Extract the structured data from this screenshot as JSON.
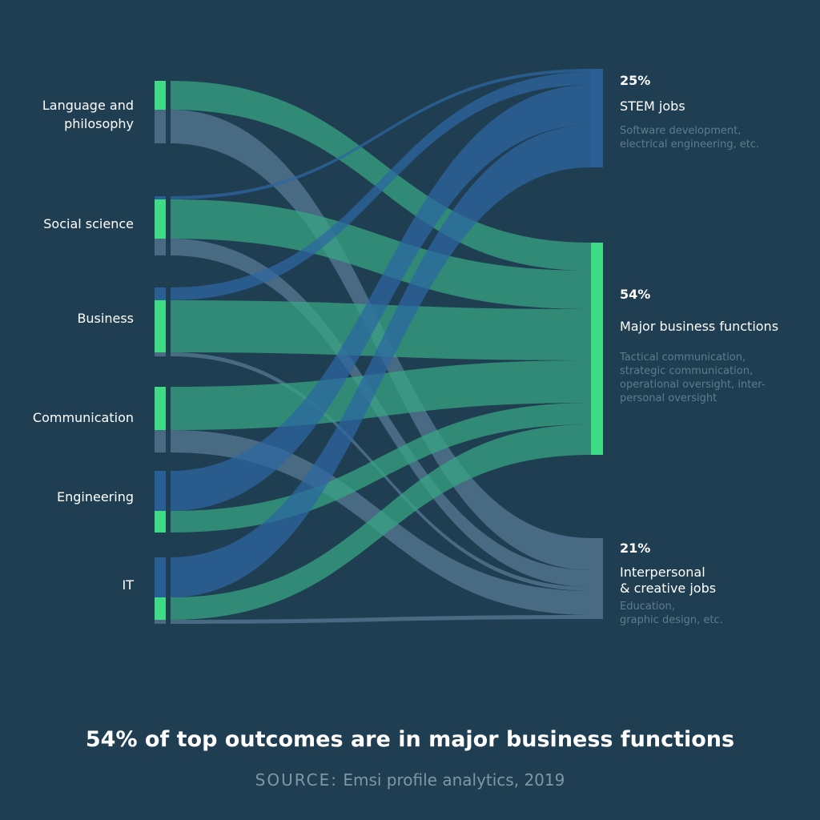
{
  "colors": {
    "background": "#203e52",
    "major_business": "#3ddc84",
    "stem": "#2a5f96",
    "interpersonal": "#496a82",
    "flow_green": "#36a883",
    "flow_blue": "#2d66a2",
    "flow_slate": "#587d95"
  },
  "sources": [
    {
      "id": "lang",
      "label_lines": [
        "Language and",
        "philosophy"
      ]
    },
    {
      "id": "soc",
      "label_lines": [
        "Social science"
      ]
    },
    {
      "id": "bus",
      "label_lines": [
        "Business"
      ]
    },
    {
      "id": "com",
      "label_lines": [
        "Communication"
      ]
    },
    {
      "id": "eng",
      "label_lines": [
        "Engineering"
      ]
    },
    {
      "id": "it",
      "label_lines": [
        "IT"
      ]
    }
  ],
  "targets": [
    {
      "id": "stem",
      "percent": "25%",
      "name_lines": [
        "STEM jobs"
      ],
      "desc_lines": [
        "Software development,",
        "electrical engineering, etc."
      ]
    },
    {
      "id": "major",
      "percent": "54%",
      "name_lines": [
        "Major business functions"
      ],
      "desc_lines": [
        "Tactical communication,",
        "strategic communication,",
        "operational oversight, inter-",
        "personal oversight"
      ]
    },
    {
      "id": "inter",
      "percent": "21%",
      "name_lines": [
        "Interpersonal",
        "& creative jobs"
      ],
      "desc_lines": [
        "Education,",
        "graphic design, etc."
      ]
    }
  ],
  "flows": [
    {
      "source": "lang",
      "target": "major"
    },
    {
      "source": "lang",
      "target": "inter"
    },
    {
      "source": "soc",
      "target": "stem"
    },
    {
      "source": "soc",
      "target": "major"
    },
    {
      "source": "soc",
      "target": "inter"
    },
    {
      "source": "bus",
      "target": "stem"
    },
    {
      "source": "bus",
      "target": "major"
    },
    {
      "source": "bus",
      "target": "inter"
    },
    {
      "source": "com",
      "target": "major"
    },
    {
      "source": "com",
      "target": "inter"
    },
    {
      "source": "eng",
      "target": "stem"
    },
    {
      "source": "eng",
      "target": "major"
    },
    {
      "source": "it",
      "target": "stem"
    },
    {
      "source": "it",
      "target": "major"
    },
    {
      "source": "it",
      "target": "inter"
    }
  ],
  "headline": "54% of top outcomes are in major business functions",
  "source_note": {
    "key": "SOURCE:",
    "text": "Emsi profile analytics, 2019"
  }
}
